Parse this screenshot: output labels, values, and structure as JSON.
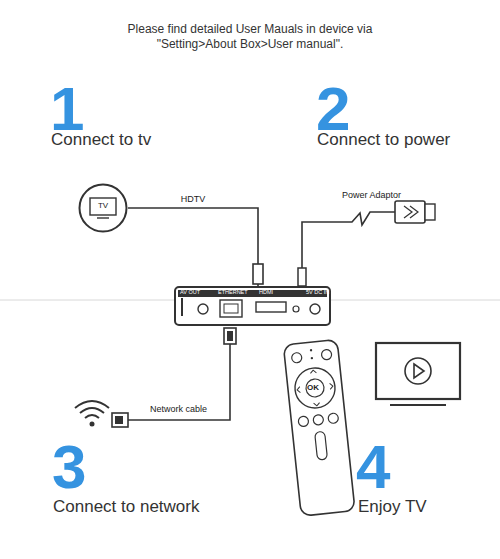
{
  "diagram": {
    "title": "Please find detailed User Mauals in device via \"Setting>About Box>User manual\".",
    "nodes": [
      {
        "text": [
          "TV"
        ]
      },
      {
        "text": [
          "AV OUT",
          "ETHERNET",
          "HDMI",
          "5V DC IN"
        ]
      }
    ],
    "edges": [
      {
        "from": 0,
        "to": 1,
        "label": "HDTV",
        "arrow": "none"
      }
    ],
    "labels": [
      "1",
      "Connect to tv",
      "2",
      "Connect to power",
      "Power Adaptor",
      "Network cable",
      "OK",
      "3",
      "Connect to network",
      "4",
      "Enjoy TV"
    ]
  }
}
